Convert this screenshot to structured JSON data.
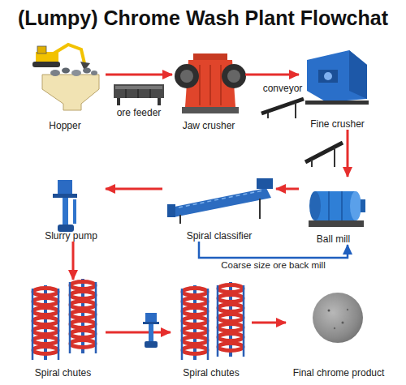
{
  "diagram": {
    "title": "(Lumpy) Chrome Wash Plant Flowchat",
    "nodes": [
      {
        "text": [
          "Hopper"
        ]
      },
      {
        "text": [
          "ore feeder"
        ]
      },
      {
        "text": [
          "Jaw crusher"
        ]
      },
      {
        "text": [
          "conveyor"
        ]
      },
      {
        "text": [
          "Fine crusher"
        ]
      },
      {
        "text": [
          "Ball mill"
        ]
      },
      {
        "text": [
          "Spiral classifier"
        ]
      },
      {
        "text": [
          "Slurry pump"
        ]
      },
      {
        "text": [
          "Spiral chutes"
        ]
      },
      {
        "text": [
          "Spiral chutes"
        ]
      },
      {
        "text": [
          "Final chrome product"
        ]
      }
    ],
    "edges": [
      {
        "from": 0,
        "to": 2,
        "arrow": "to"
      },
      {
        "from": 2,
        "to": 4,
        "arrow": "to"
      },
      {
        "from": 4,
        "to": 5,
        "arrow": "to"
      },
      {
        "from": 5,
        "to": 6,
        "arrow": "to"
      },
      {
        "from": 6,
        "to": 7,
        "arrow": "to"
      },
      {
        "from": 7,
        "to": 8,
        "arrow": "to"
      },
      {
        "from": 8,
        "to": 9,
        "arrow": "to"
      },
      {
        "from": 9,
        "to": 10,
        "arrow": "to"
      },
      {
        "from": 6,
        "to": 5,
        "label": "Coarse size ore back mill",
        "arrow": "to"
      }
    ]
  }
}
